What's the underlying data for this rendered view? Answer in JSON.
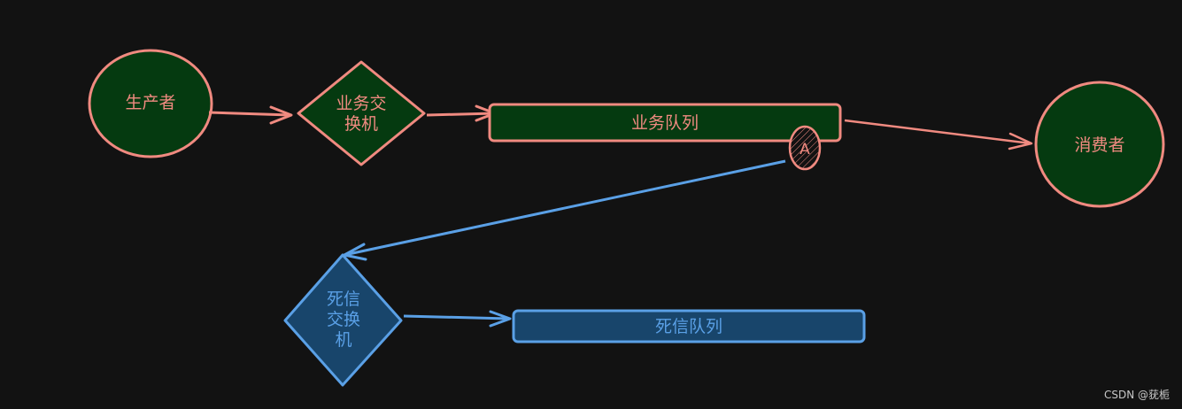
{
  "diagram": {
    "nodes": {
      "producer": {
        "label": "生产者"
      },
      "biz_exchange": {
        "label_lines": [
          "业务交",
          "换机"
        ]
      },
      "biz_queue": {
        "label": "业务队列"
      },
      "consumer": {
        "label": "消费者"
      },
      "marker": {
        "label": "A"
      },
      "dlx": {
        "label_lines": [
          "死信",
          "交换",
          "机"
        ]
      },
      "dlq": {
        "label": "死信队列"
      }
    },
    "edges": [
      {
        "from": "生产者",
        "to": "业务交换机"
      },
      {
        "from": "业务交换机",
        "to": "业务队列"
      },
      {
        "from": "业务队列",
        "to": "消费者"
      },
      {
        "from": "业务队列",
        "to": "死信交换机"
      },
      {
        "from": "死信交换机",
        "to": "死信队列"
      }
    ]
  },
  "colors": {
    "background": "#121212",
    "business_stroke": "#f08a80",
    "business_fill": "#053a10",
    "dead_letter_stroke": "#5aa0e6",
    "dead_letter_fill": "#18456b"
  },
  "watermark": "CSDN @莸栀"
}
